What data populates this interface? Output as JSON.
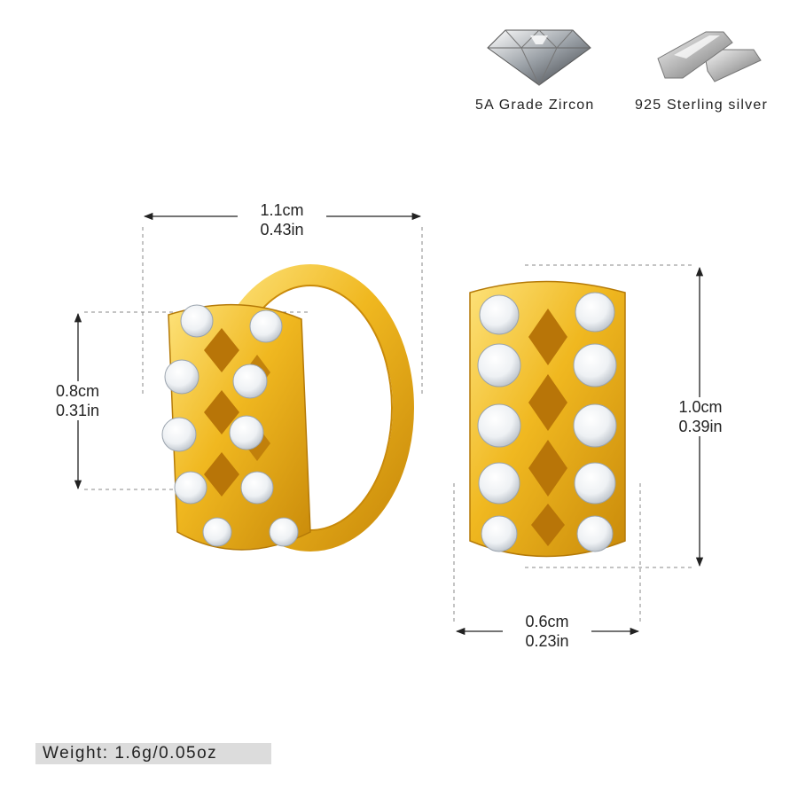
{
  "features": {
    "zircon_label": "5A Grade Zircon",
    "silver_label": "925 Sterling silver"
  },
  "dimensions": {
    "width_front_cm": "1.1cm",
    "width_front_in": "0.43in",
    "height_front_cm": "0.8cm",
    "height_front_in": "0.31in",
    "height_side_cm": "1.0cm",
    "height_side_in": "0.39in",
    "width_side_cm": "0.6cm",
    "width_side_in": "0.23in"
  },
  "weight": "Weight: 1.6g/0.05oz",
  "colors": {
    "gold": "#f0b820",
    "gold_dark": "#c98a0a",
    "gold_light": "#fde27a",
    "stone": "#f4f6f8",
    "silver": "#c8c8c8"
  }
}
